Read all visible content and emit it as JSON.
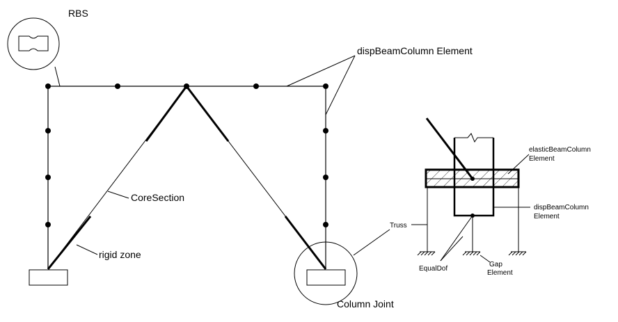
{
  "labels": {
    "rbs": "RBS",
    "disp_beam_column_element": "dispBeamColumn Element",
    "core_section": "CoreSection",
    "rigid_zone": "rigid zone",
    "column_joint": "Column Joint",
    "truss": "Truss",
    "elastic_beam_column_1": "elasticBeamColumn",
    "elastic_beam_column_2": "Element",
    "disp_beam_column_1": "dispBeamColumn",
    "disp_beam_column_2": "Element",
    "equal_dof": "EqualDof",
    "gap_1": "Gap",
    "gap_2": "Element"
  },
  "colors": {
    "line": "#000000",
    "background": "#ffffff"
  }
}
